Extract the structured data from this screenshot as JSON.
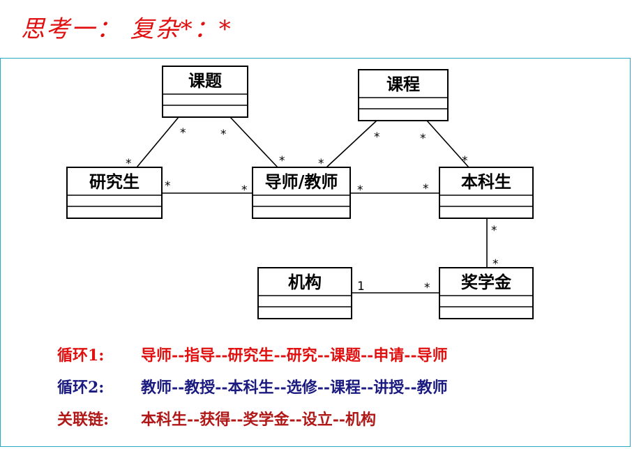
{
  "title": "思考一： 复杂*：*",
  "classes": [
    {
      "id": "topic",
      "name": "课题"
    },
    {
      "id": "course",
      "name": "课程"
    },
    {
      "id": "grad",
      "name": "研究生"
    },
    {
      "id": "teacher",
      "name": "导师/教师"
    },
    {
      "id": "undergrad",
      "name": "本科生"
    },
    {
      "id": "org",
      "name": "机构"
    },
    {
      "id": "scholarship",
      "name": "奖学金"
    }
  ],
  "associations": [
    {
      "from": "topic",
      "to": "grad",
      "mult_from": "*",
      "mult_to": "*"
    },
    {
      "from": "topic",
      "to": "teacher",
      "mult_from": "*",
      "mult_to": "*"
    },
    {
      "from": "course",
      "to": "teacher",
      "mult_from": "*",
      "mult_to": "*"
    },
    {
      "from": "course",
      "to": "undergrad",
      "mult_from": "*",
      "mult_to": "*"
    },
    {
      "from": "grad",
      "to": "teacher",
      "mult_from": "*",
      "mult_to": "*"
    },
    {
      "from": "teacher",
      "to": "undergrad",
      "mult_from": "*",
      "mult_to": "*"
    },
    {
      "from": "undergrad",
      "to": "scholarship",
      "mult_from": "*",
      "mult_to": "*"
    },
    {
      "from": "org",
      "to": "scholarship",
      "mult_from": "1",
      "mult_to": "*"
    }
  ],
  "legend": [
    {
      "label": "循环1:",
      "text": "导师--指导--研究生--研究--课题--申请--导师",
      "color": "#e01010"
    },
    {
      "label": "循环2:",
      "text": "教师--教授--本科生--选修--课程--讲授--教师",
      "color": "#1a1a80"
    },
    {
      "label": "关联链:",
      "text": "本科生--获得--奖学金--设立--机构",
      "color": "#b01818"
    }
  ]
}
